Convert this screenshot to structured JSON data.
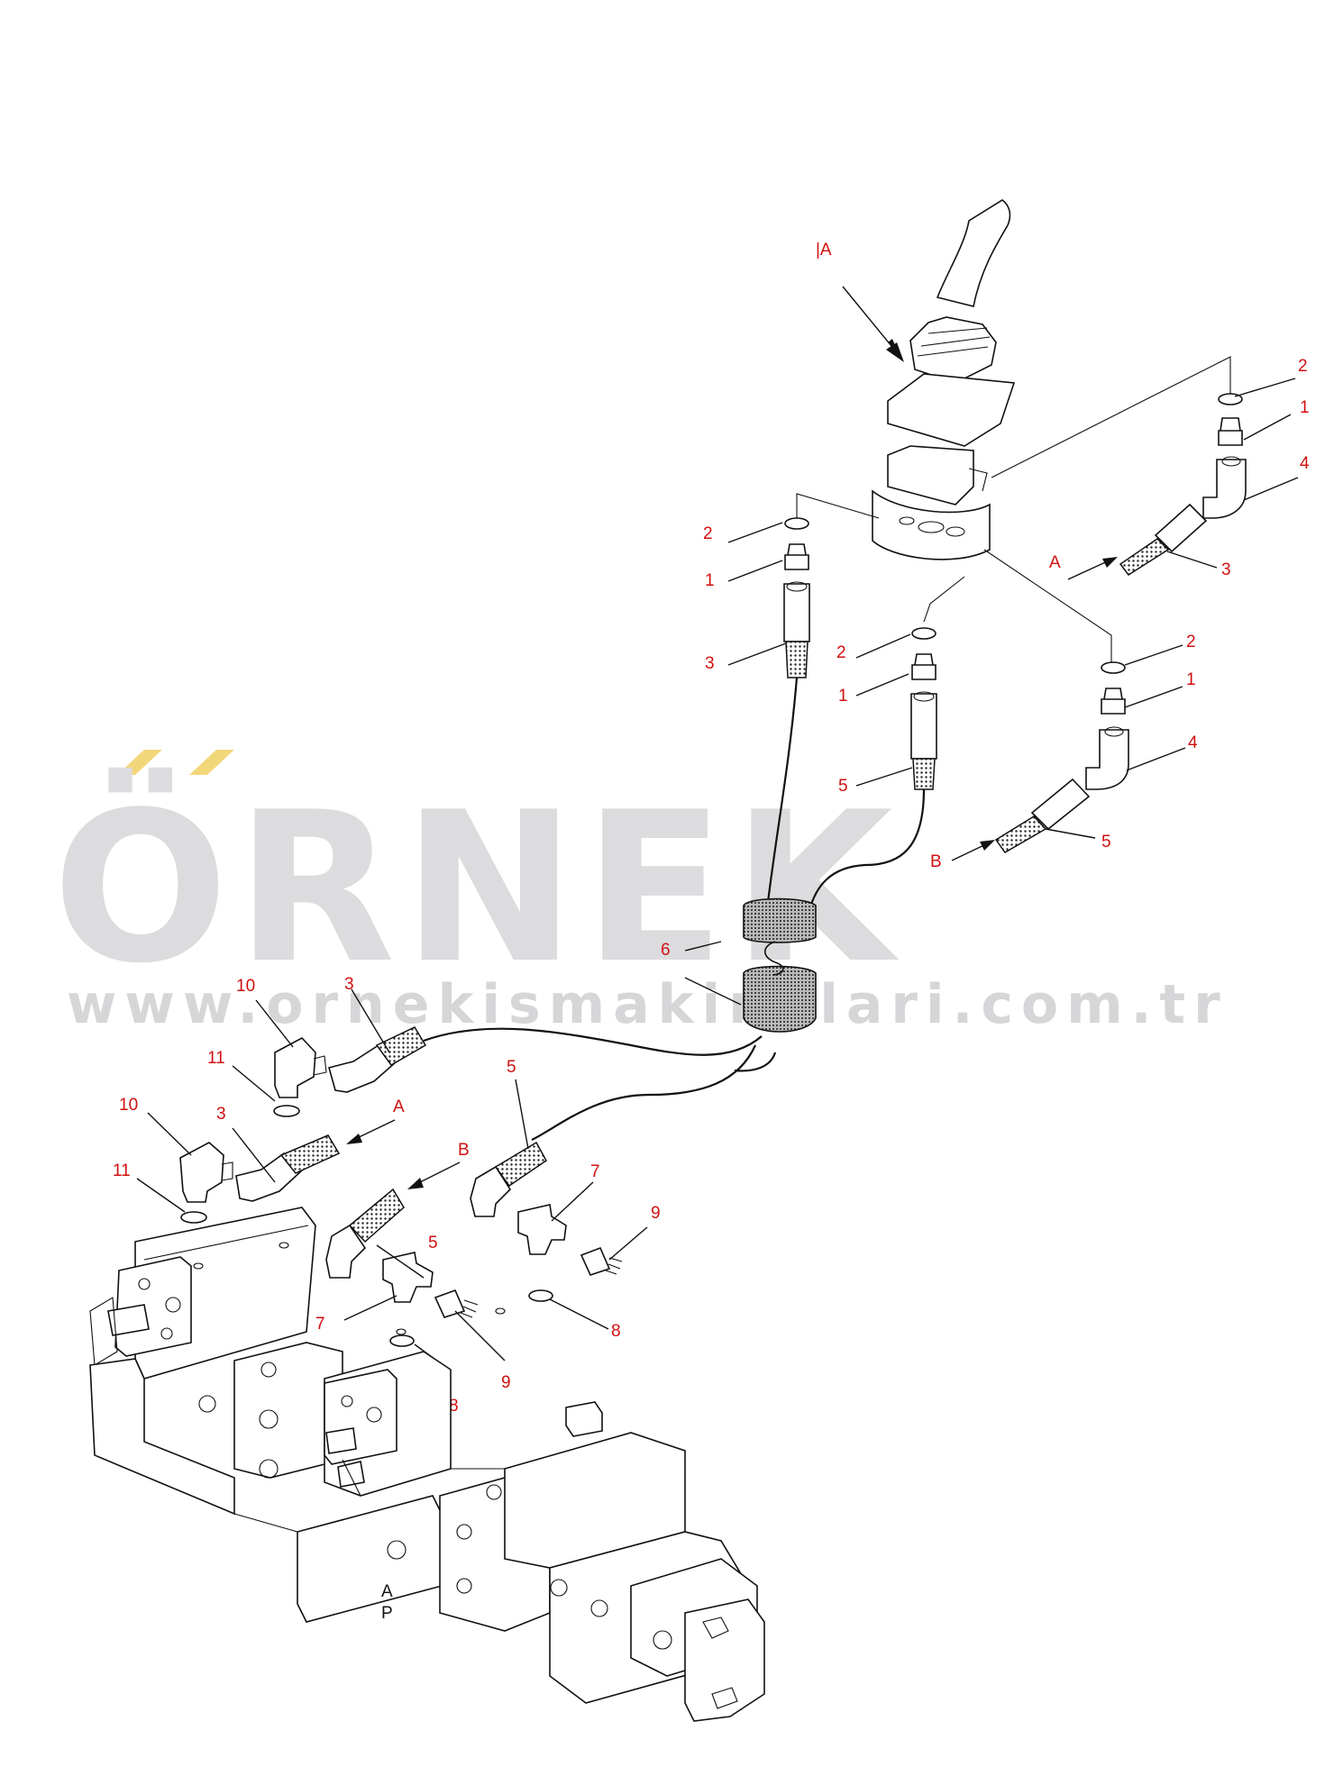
{
  "watermark": {
    "brand": "ÖRNEK",
    "url": "www.ornekismakinalari.com.tr",
    "accent_color": "#f2d77a"
  },
  "view_label": "|A",
  "bottom_label": {
    "line1": "A",
    "line2": "P"
  },
  "callouts": {
    "top_right_2": "2",
    "top_right_1": "1",
    "top_right_4": "4",
    "top_right_3": "3",
    "top_right_A": "A",
    "left_2": "2",
    "left_1": "1",
    "left_3": "3",
    "mid_2": "2",
    "mid_1": "1",
    "mid_5": "5",
    "right_2": "2",
    "right_1": "1",
    "right_4": "4",
    "right_5": "5",
    "right_B": "B",
    "clamp_6": "6",
    "low_10a": "10",
    "low_3a": "3",
    "low_11a": "11",
    "low_10b": "10",
    "low_3b": "3",
    "low_A": "A",
    "low_11b": "11",
    "low_5a": "5",
    "low_B": "B",
    "low_7a": "7",
    "low_9a": "9",
    "low_5b": "5",
    "low_7b": "7",
    "low_8a": "8",
    "low_9b": "9",
    "low_8b": "8"
  }
}
